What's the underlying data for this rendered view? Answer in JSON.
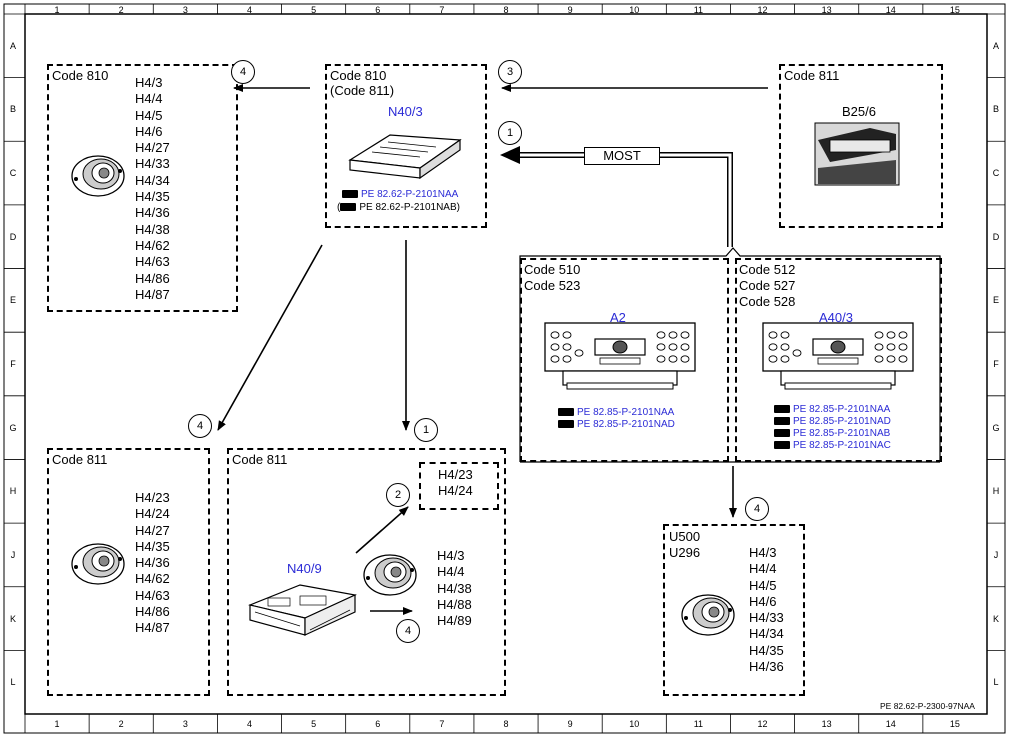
{
  "ruler": {
    "cols": [
      "1",
      "2",
      "3",
      "4",
      "5",
      "6",
      "7",
      "8",
      "9",
      "10",
      "11",
      "12",
      "13",
      "14",
      "15"
    ],
    "rows": [
      "A",
      "B",
      "C",
      "D",
      "E",
      "F",
      "G",
      "H",
      "J",
      "K",
      "L"
    ]
  },
  "boxes": {
    "top_left": {
      "code": "Code 810",
      "list": [
        "H4/3",
        "H4/4",
        "H4/5",
        "H4/6",
        "H4/27",
        "H4/33",
        "H4/34",
        "H4/35",
        "H4/36",
        "H4/38",
        "H4/62",
        "H4/63",
        "H4/86",
        "H4/87"
      ]
    },
    "top_center": {
      "code": "Code 810",
      "code2": "(Code 811)",
      "component": "N40/3",
      "ref1": "PE 82.62-P-2101NAA",
      "ref2_prefix": "(",
      "ref2": "PE 82.62-P-2101NAB)"
    },
    "top_right": {
      "code": "Code 811",
      "component": "B25/6"
    },
    "mid_right_left": {
      "code1": "Code 510",
      "code2": "Code 523",
      "component": "A2",
      "refs": [
        "PE 82.85-P-2101NAA",
        "PE 82.85-P-2101NAD"
      ]
    },
    "mid_right_right": {
      "code1": "Code 512",
      "code2": "Code 527",
      "code3": "Code 528",
      "component": "A40/3",
      "refs": [
        "PE 82.85-P-2101NAA",
        "PE 82.85-P-2101NAD",
        "PE 82.85-P-2101NAB",
        "PE 82.85-P-2101NAC"
      ]
    },
    "bottom_left": {
      "code": "Code 811",
      "list": [
        "H4/23",
        "H4/24",
        "H4/27",
        "H4/35",
        "H4/36",
        "H4/62",
        "H4/63",
        "H4/86",
        "H4/87"
      ]
    },
    "bottom_center": {
      "code": "Code 811",
      "component": "N40/9",
      "sub_list": [
        "H4/23",
        "H4/24"
      ],
      "list": [
        "H4/3",
        "H4/4",
        "H4/38",
        "H4/88",
        "H4/89"
      ]
    },
    "bottom_right": {
      "code1": "U500",
      "code2": "U296",
      "list": [
        "H4/3",
        "H4/4",
        "H4/5",
        "H4/6",
        "H4/33",
        "H4/34",
        "H4/35",
        "H4/36"
      ]
    }
  },
  "bus_label": "MOST",
  "callouts": {
    "c_top_left": "4",
    "c_top_right": "3",
    "c_most": "1",
    "c_mid_left": "4",
    "c_mid_center": "1",
    "c_sub": "2",
    "c_bottom_center": "4",
    "c_bottom_right": "4"
  },
  "footer_ref": "PE 82.62-P-2300-97NAA",
  "colors": {
    "accent_blue": "#2b2bd6"
  }
}
